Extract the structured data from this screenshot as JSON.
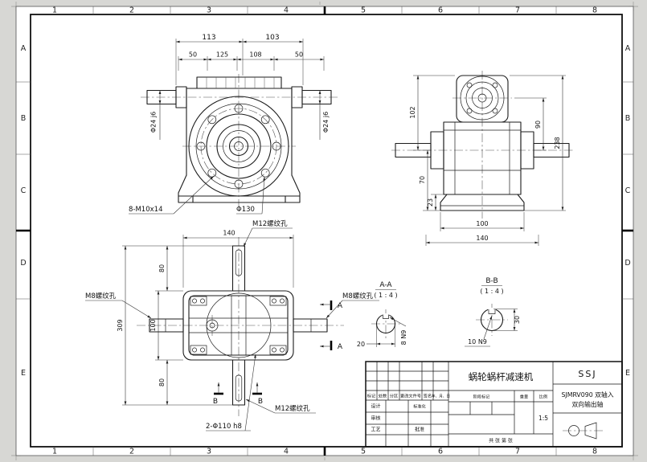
{
  "frame": {
    "rows": [
      "A",
      "B",
      "C",
      "D",
      "E"
    ],
    "cols": [
      "1",
      "2",
      "3",
      "4",
      "5",
      "6",
      "7",
      "8"
    ]
  },
  "front_view": {
    "dim_113": "113",
    "dim_103": "103",
    "dim_50_left": "50",
    "dim_125": "125",
    "dim_108": "108",
    "dim_50_right": "50",
    "shaft_dia": "Φ24 j6",
    "bolt_holes": "8-M10x14",
    "bolt_circle": "Φ130"
  },
  "side_view": {
    "dim_102": "102",
    "dim_70": "70",
    "dim_23": "23",
    "dim_90": "90",
    "dim_238": "238",
    "dim_100": "100",
    "dim_140": "140"
  },
  "plan_view": {
    "dim_140": "140",
    "thread_top": "M12螺纹孔",
    "dim_80_top": "80",
    "dim_100": "100",
    "dim_80_bottom": "80",
    "dim_309": "309",
    "thread_side": "M8螺纹孔",
    "section_a": "A",
    "section_b": "B",
    "spigot": "2-Φ110 h8",
    "thread_bottom": "M12螺纹孔"
  },
  "section_aa": {
    "title": "A-A",
    "scale_note": "( 1 : 4 )",
    "dim_20": "20",
    "keyway": "8 N9"
  },
  "section_bb": {
    "title": "B-B",
    "scale_note": "( 1 : 4 )",
    "dim_30": "30",
    "keyway": "10 N9"
  },
  "title_block": {
    "product_name": "蜗轮蜗杆减速机",
    "company": "SSJ",
    "model_line1": "SJMRV090 双轴入",
    "model_line2": "双向输出轴",
    "rev_headers": [
      "标记",
      "处数",
      "分区",
      "更改文件号",
      "签名",
      "年、月、日"
    ],
    "sig_design": "设计",
    "sig_standardize": "标准化",
    "sig_review": "审核",
    "sig_process": "工艺",
    "sig_approve": "批准",
    "stage_mark_label": "阶段标记",
    "weight_label": "重量",
    "scale_label": "比例",
    "scale_value": "1:5",
    "sheet_info": "共 张 第 张"
  }
}
